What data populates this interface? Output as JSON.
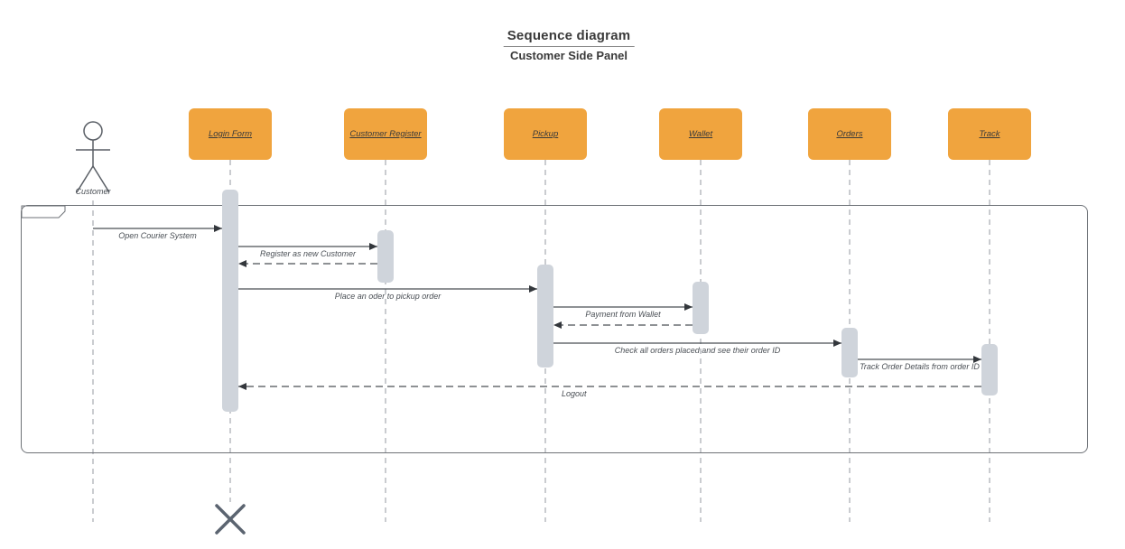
{
  "diagram": {
    "title": "Sequence diagram",
    "subtitle": "Customer Side Panel",
    "actor": "Customer",
    "participants": [
      "Login Form",
      "Customer Register",
      "Pickup",
      "Wallet",
      "Orders",
      "Track"
    ],
    "messages": [
      {
        "from": "Customer",
        "to": "Login Form",
        "text": "Open Courier System",
        "style": "solid"
      },
      {
        "from": "Login Form",
        "to": "Customer Register",
        "text": "Register as new Customer",
        "style": "solid"
      },
      {
        "from": "Customer Register",
        "to": "Login Form",
        "text": "",
        "style": "return"
      },
      {
        "from": "Login Form",
        "to": "Pickup",
        "text": "Place an oder to pickup order",
        "style": "solid"
      },
      {
        "from": "Pickup",
        "to": "Wallet",
        "text": "Payment from Wallet",
        "style": "solid"
      },
      {
        "from": "Wallet",
        "to": "Pickup",
        "text": "",
        "style": "return"
      },
      {
        "from": "Pickup",
        "to": "Orders",
        "text": "Check all orders placed and see their order ID",
        "style": "solid"
      },
      {
        "from": "Orders",
        "to": "Track",
        "text": "Track Order Details from order ID",
        "style": "solid"
      },
      {
        "from": "Track",
        "to": "Login Form",
        "text": "Logout",
        "style": "return"
      }
    ],
    "colors": {
      "participant_fill": "#F0A43E",
      "activation_fill": "#CFD4DB",
      "message_line": "#4A4F55",
      "arrowhead": "#33373C",
      "lifeline": "#A6ABB0",
      "frame_border": "#6E7277",
      "actor_stroke": "#5A5F66",
      "destroy_x": "#5B6470",
      "text": "#3A3A3A"
    }
  }
}
